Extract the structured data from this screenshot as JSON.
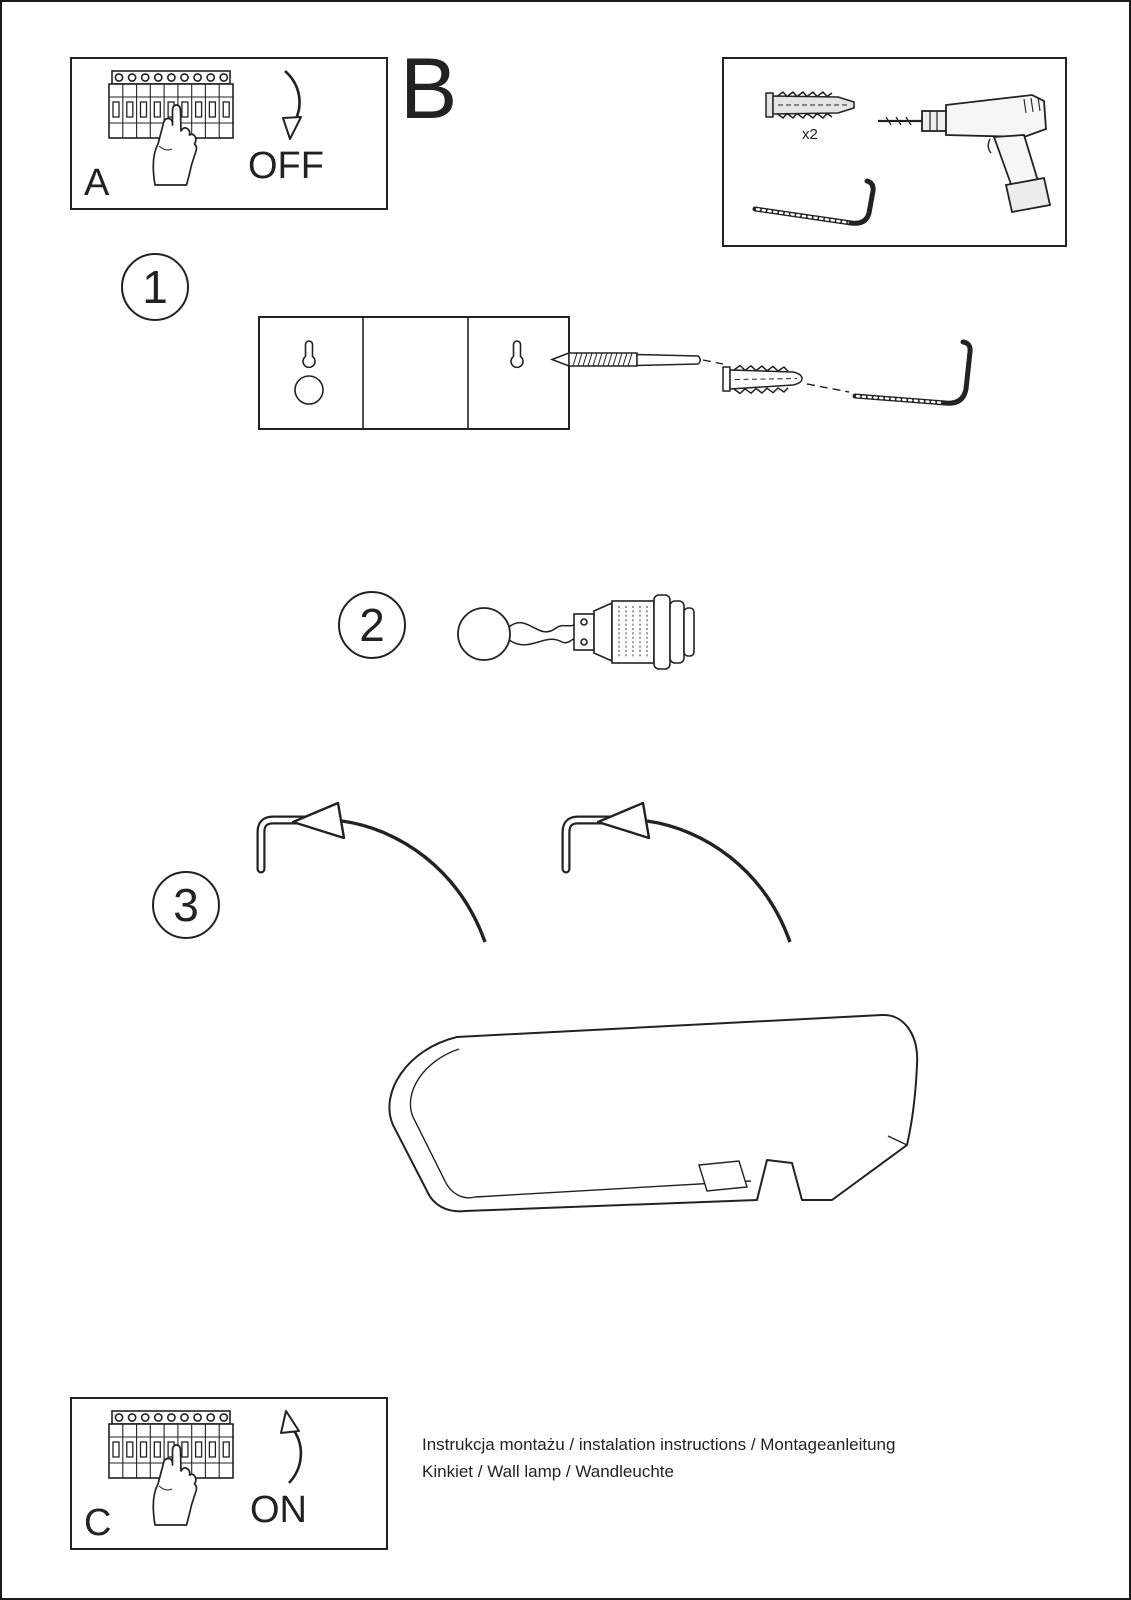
{
  "steps": {
    "a": {
      "label": "A",
      "action": "OFF"
    },
    "b": {
      "label": "B"
    },
    "one": "1",
    "two": "2",
    "three": "3",
    "c": {
      "label": "C",
      "action": "ON"
    }
  },
  "parts": {
    "anchor_qty": "x2"
  },
  "footer": {
    "line1": "Instrukcja montażu / instalation instructions / Montageanleitung",
    "line2": "Kinkiet / Wall lamp / Wandleuchte"
  },
  "icons": {
    "panel_a": "circuit-breaker-off",
    "panel_c": "circuit-breaker-on",
    "parts_box": [
      "wall-anchor",
      "hook-screw",
      "cordless-drill"
    ],
    "step1": [
      "mounting-plate",
      "screw",
      "wall-anchor",
      "hook-screw"
    ],
    "step2": [
      "bulb",
      "wires",
      "lamp-socket"
    ],
    "step3": [
      "hook",
      "curved-arrow",
      "wall-lamp"
    ]
  },
  "colors": {
    "ink": "#222222",
    "paper": "#ffffff"
  }
}
